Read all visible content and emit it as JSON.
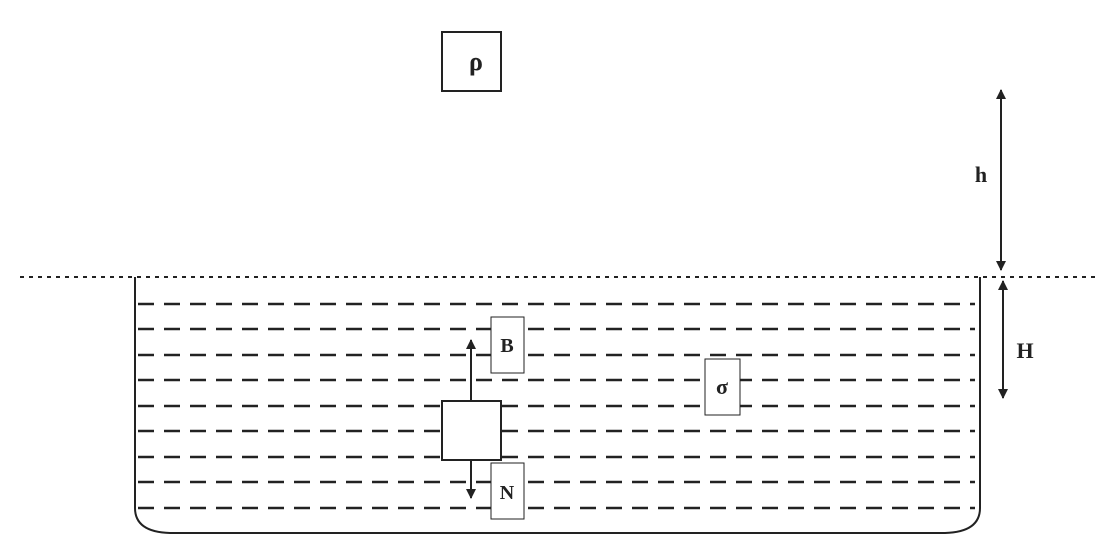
{
  "labels": {
    "rho": "ρ",
    "h": "h",
    "H": "H",
    "B": "B",
    "N": "N",
    "sigma": "σ"
  },
  "colors": {
    "stroke": "#222222",
    "background": "#ffffff"
  }
}
